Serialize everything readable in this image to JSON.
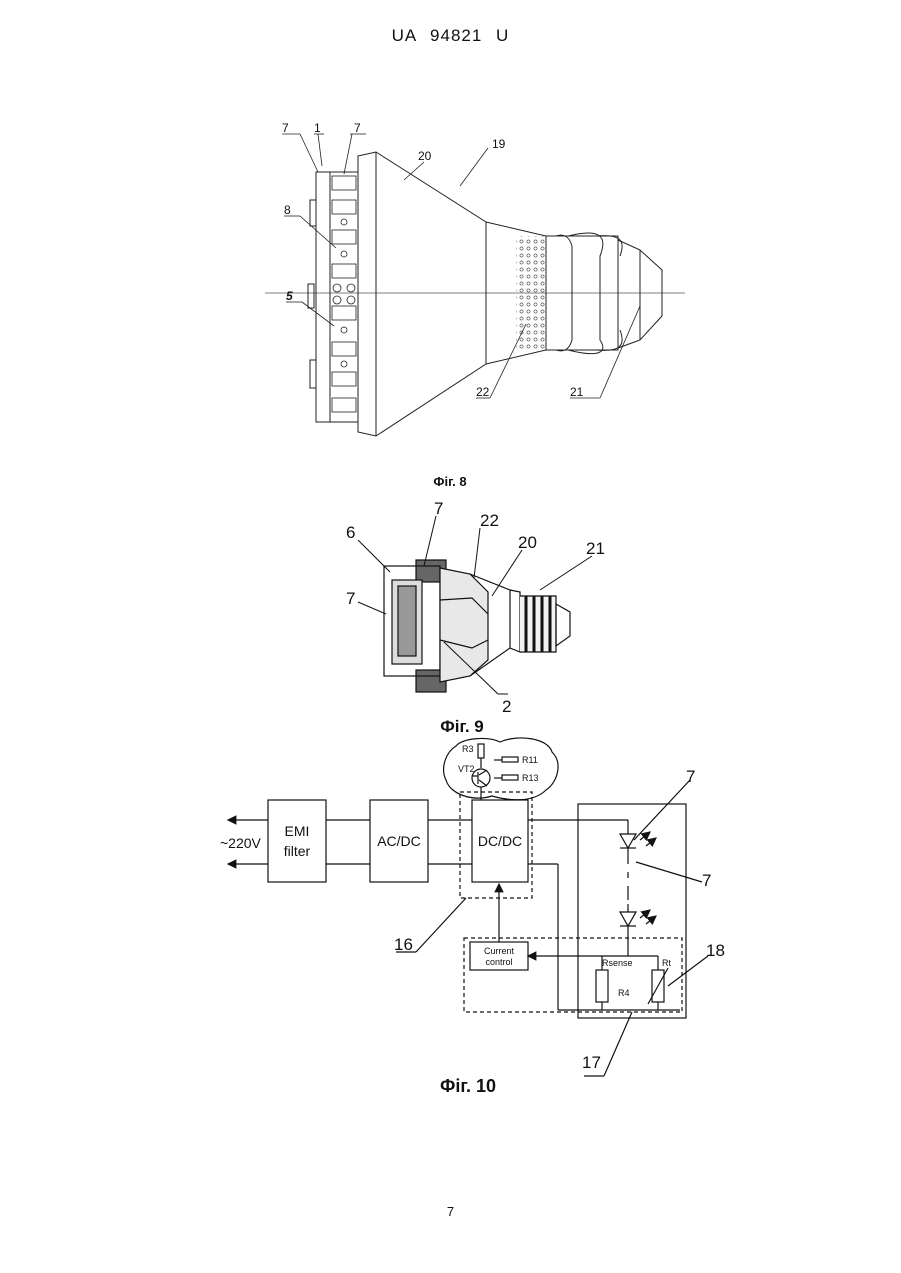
{
  "header": {
    "doc_id": "UA   94821   U"
  },
  "page_number": "7",
  "fig8": {
    "caption": "Фіг. 8",
    "labels": {
      "l7a": "7",
      "l1": "1",
      "l7b": "7",
      "l20": "20",
      "l19": "19",
      "l8": "8",
      "l5": "5",
      "l22": "22",
      "l21": "21"
    }
  },
  "fig9": {
    "caption": "Фіг. 9",
    "labels": {
      "l7top": "7",
      "l22": "22",
      "l20": "20",
      "l21": "21",
      "l6": "6",
      "l7left": "7",
      "l2": "2"
    }
  },
  "fig10": {
    "caption": "Фіг. 10",
    "input_label": "~220V",
    "blocks": {
      "emi_line1": "EMI",
      "emi_line2": "filter",
      "acdc": "AC/DC",
      "dcdc": "DC/DC",
      "cc_line1": "Current",
      "cc_line2": "control"
    },
    "inset": {
      "r3": "R3",
      "vt2": "VT2",
      "r11": "R11",
      "r13": "R13"
    },
    "sense": {
      "rsense": "Rsense",
      "rt": "Rt",
      "r4": "R4"
    },
    "refs": {
      "l7a": "7",
      "l7b": "7",
      "l16": "16",
      "l18": "18",
      "l17": "17"
    }
  }
}
